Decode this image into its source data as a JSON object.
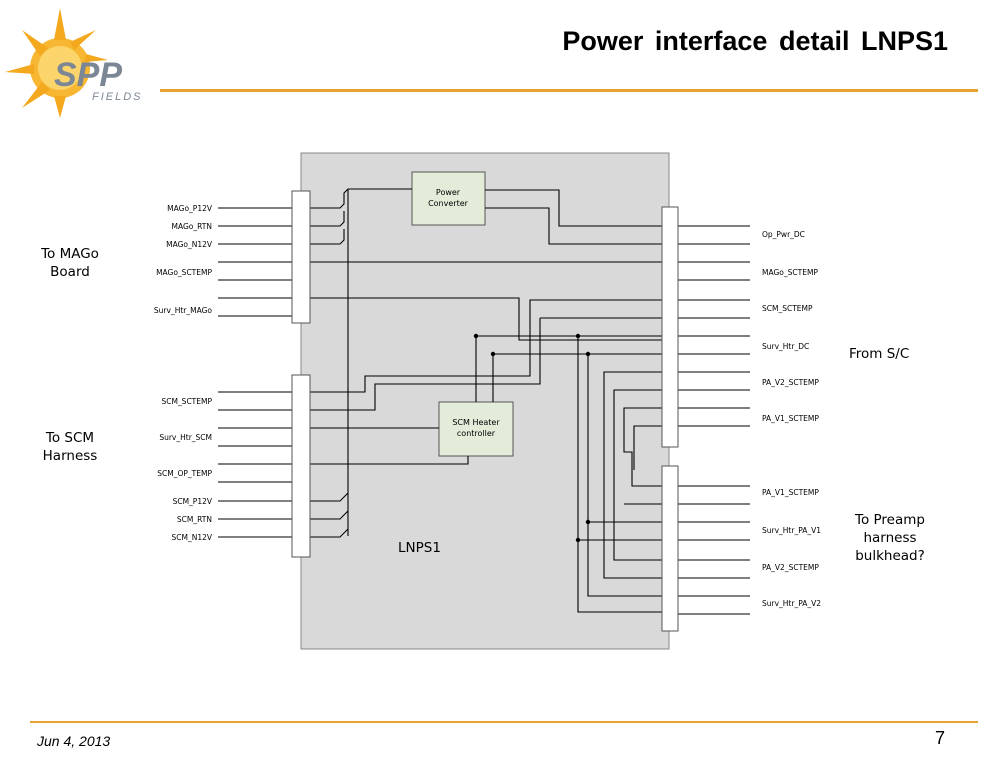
{
  "slide": {
    "title": "Power interface detail LNPS1",
    "date": "Jun 4, 2013",
    "page_number": "7"
  },
  "logo": {
    "text_main": "SPP",
    "text_sub": "FIELDS",
    "colors": {
      "sun": "#f4a81d",
      "text": "#7b8794"
    }
  },
  "colors": {
    "accent_rule": "#e8a431",
    "main_box": "#d9d9d9",
    "sub_box": "#e2ecd9"
  },
  "diagram": {
    "main_box_label": "LNPS1",
    "power_converter": "Power\nConverter",
    "scm_heater": "SCM Heater\ncontroller",
    "groups": {
      "mago_board": "To MAGo\nBoard",
      "scm_harness": "To SCM\nHarness",
      "from_sc": "From S/C",
      "preamp": "To Preamp\nharness\nbulkhead?"
    },
    "left_signals_top": [
      "MAGo_P12V",
      "MAGo_RTN",
      "MAGo_N12V",
      "MAGo_SCTEMP",
      "Surv_Htr_MAGo"
    ],
    "left_signals_bottom": [
      "SCM_SCTEMP",
      "Surv_Htr_SCM",
      "SCM_OP_TEMP",
      "SCM_P12V",
      "SCM_RTN",
      "SCM_N12V"
    ],
    "right_signals_top": [
      "Op_Pwr_DC",
      "MAGo_SCTEMP",
      "SCM_SCTEMP",
      "Surv_Htr_DC",
      "PA_V2_SCTEMP",
      "PA_V1_SCTEMP"
    ],
    "right_signals_bottom": [
      "PA_V1_SCTEMP",
      "Surv_Htr_PA_V1",
      "PA_V2_SCTEMP",
      "Surv_Htr_PA_V2"
    ]
  }
}
